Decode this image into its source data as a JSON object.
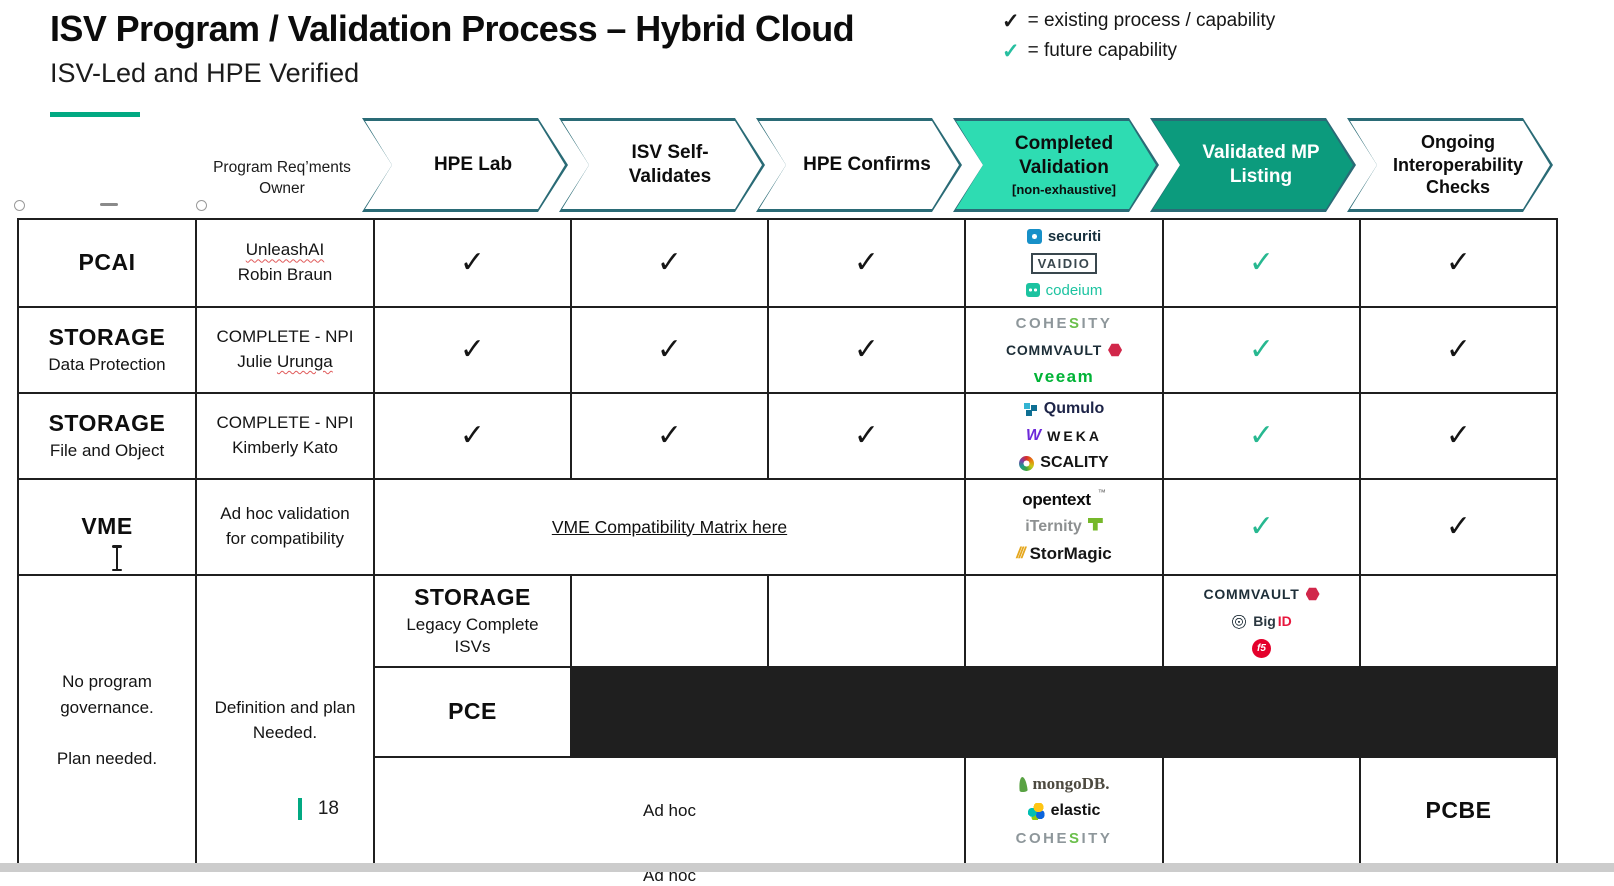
{
  "slide": {
    "title": "ISV Program / Validation Process – Hybrid Cloud",
    "subtitle": "ISV-Led and HPE Verified",
    "slide_number": "18"
  },
  "legend": {
    "check_glyph": "✓",
    "items": [
      {
        "label": "= existing process / capability",
        "color": "#1a1a1a"
      },
      {
        "label": "= future capability",
        "color": "#27bfa0"
      }
    ]
  },
  "process": {
    "owner_header": "Program Req’ments\nOwner",
    "steps": [
      {
        "label": "HPE Lab"
      },
      {
        "label": "ISV Self-\nValidates"
      },
      {
        "label": "HPE Confirms"
      },
      {
        "label": "Completed\nValidation",
        "sublabel": "[non-exhaustive]"
      },
      {
        "label": "Validated MP\nListing"
      },
      {
        "label": "Ongoing\nInteroperability\nChecks"
      }
    ]
  },
  "colors": {
    "hpe_green": "#01a982",
    "chevron_outline": "#2a6b76",
    "completed_fill": "#2edcb2",
    "validated_fill": "#0c9b7d",
    "future_check": "#27b890"
  },
  "table": {
    "check_glyph": "✓",
    "vme_link": "VME Compatibility Matrix here",
    "governance": "No program\ngovernance.\n\nPlan needed.",
    "ad_hoc": "Ad hoc",
    "definition": "Definition and plan\nNeeded.",
    "rows": [
      {
        "category": "PCAI",
        "owner_line1": "UnleashAI",
        "owner_line2": "Robin Braun"
      },
      {
        "category": "STORAGE",
        "sub": "Data Protection",
        "owner_line1": "COMPLETE - NPI",
        "owner_line2a": "Julie",
        "owner_line2b": "Urunga"
      },
      {
        "category": "STORAGE",
        "sub": "File and Object",
        "owner_line1": "COMPLETE - NPI",
        "owner_line2": "Kimberly Kato"
      },
      {
        "category": "VME",
        "owner": "Ad hoc validation\nfor compatibility"
      },
      {
        "category": "STORAGE",
        "sub": "Legacy Complete\nISVs"
      },
      {
        "category": "PCE"
      },
      {
        "category": "PCBE"
      }
    ]
  },
  "logos": {
    "securiti": "securiti",
    "vaidio": "VAIDIO",
    "codeium": "codeium",
    "cohesity_pre": "COHE",
    "cohesity_s": "S",
    "cohesity_post": "ITY",
    "commvault": "COMMVAULT",
    "veeam": "veeam",
    "qumulo": "Qumulo",
    "weka_w": "W",
    "weka": "WEKA",
    "scality": "SCALITY",
    "opentext": "opentext",
    "opentext_tm": "™",
    "iternity": "iTernity",
    "stormagic_slashes": "///",
    "stormagic": "StorMagic",
    "bigid_big": "Big",
    "bigid_id": "ID",
    "f5": "f5",
    "mongodb": "mongoDB.",
    "elastic": "elastic"
  }
}
